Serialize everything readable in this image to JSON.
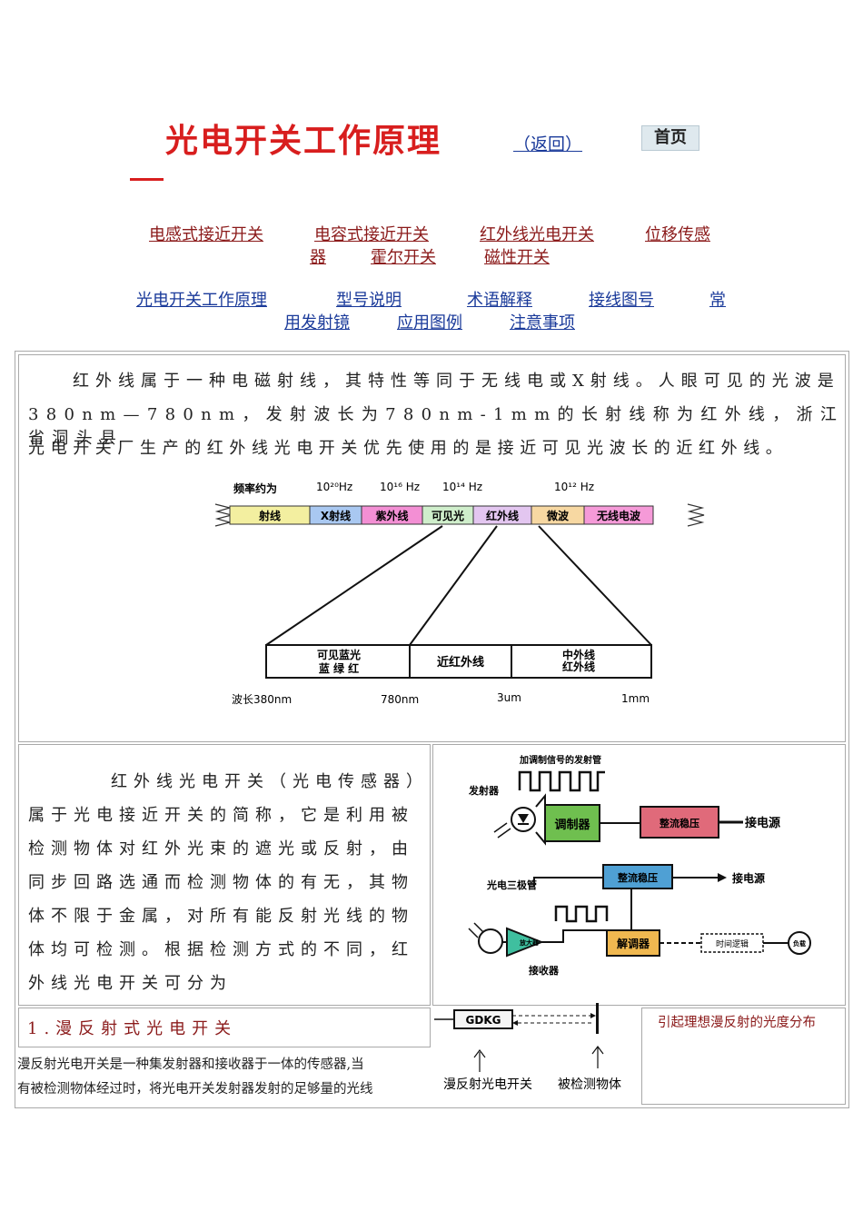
{
  "header": {
    "title": "光电开关工作原理",
    "back_label": "（返回）",
    "home_label": "首页",
    "dash": "—"
  },
  "nav_products": [
    "电感式接近开关",
    "电容式接近开关",
    "红外线光电开关",
    "位移传感",
    "器",
    "霍尔开关",
    "磁性开关"
  ],
  "nav_topics": [
    "光电开关工作原理",
    "型号说明",
    "术语解释",
    "接线图号",
    "常",
    "用发射镜",
    "应用图例",
    "注意事项"
  ],
  "intro": {
    "lines": [
      "红外线属于一种电磁射线，其特性等同于无线电或X射线。人眼可见的光波是",
      "380nm—780nm，发射波长为780nm-1mm的长射线称为红外线，浙江省洞头县",
      "光电开关厂生产的红外线光电开关优先使用的是接近可见光波长的近红外线。"
    ]
  },
  "spectrum": {
    "header_left": "频率约为",
    "freqs": [
      "10²⁰Hz",
      "10¹⁶ Hz",
      "10¹⁴ Hz",
      "10¹² Hz"
    ],
    "bands": [
      "射线",
      "X射线",
      "紫外线",
      "可见光",
      "红外线",
      "微波",
      "无线电波"
    ],
    "band_colors": [
      "#f3efa0",
      "#a9c8f1",
      "#f38fd4",
      "#cfeecb",
      "#e3c6f0",
      "#f7d8a2",
      "#f59ad8"
    ],
    "sub_boxes": [
      "可见蓝光",
      "蓝  绿  红",
      "近红外线",
      "中外线",
      "红外线"
    ],
    "wavelengths": [
      "波长380nm",
      "780nm",
      "3um",
      "1mm"
    ]
  },
  "section2": {
    "lines": [
      "红外线光电开关（光电传感器）",
      "属于光电接近开关的简称，它是利用被",
      "检测物体对红外光束的遮光或反射，由",
      "同步回路选通而检测物体的有无，其物",
      "体不限于金属，对所有能反射光线的物",
      "体均可检测。根据检测方式的不同，红",
      "外线光电开关可分为"
    ]
  },
  "circuit": {
    "top_label": "加调制信号的发射管",
    "emitter": "发射器",
    "modulator": "调制器",
    "rectifier": "整流稳压",
    "power": "接电源",
    "phototransistor": "光电三极管",
    "rectifier2": "整流稳压",
    "power2": "接电源",
    "amp": "放大器",
    "demod": "解调器",
    "timer": "时间逻辑",
    "load": "负载",
    "receiver": "接收器"
  },
  "section3": {
    "heading": "1.漫反射式光电开关",
    "lines": [
      "漫反射光电开关是一种集发射器和接收器于一体的传感器,当",
      "有被检测物体经过时，将光电开关发射器发射的足够量的光线"
    ],
    "sensor_label": "GDKG",
    "label_switch": "漫反射光电开关",
    "label_object": "被检测物体",
    "right_caption": "引起理想漫反射的光度分布"
  }
}
